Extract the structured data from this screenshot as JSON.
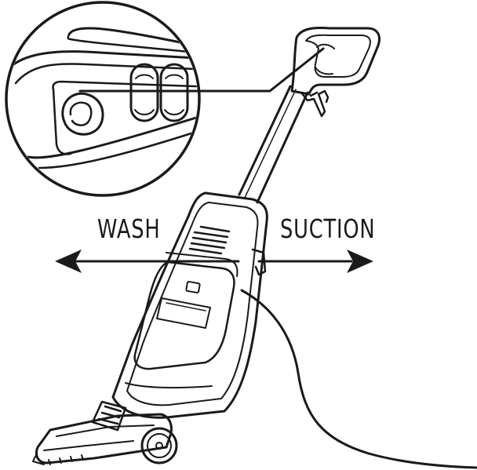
{
  "labels": {
    "wash": "WASH",
    "suction": "SUCTION"
  },
  "colors": {
    "line": "#1a1a1a",
    "background": "#ffffff"
  },
  "icons": [
    "vacuum-cleaner-illustration",
    "magnified-buttons-inset",
    "left-arrow",
    "right-arrow",
    "power-cord"
  ]
}
